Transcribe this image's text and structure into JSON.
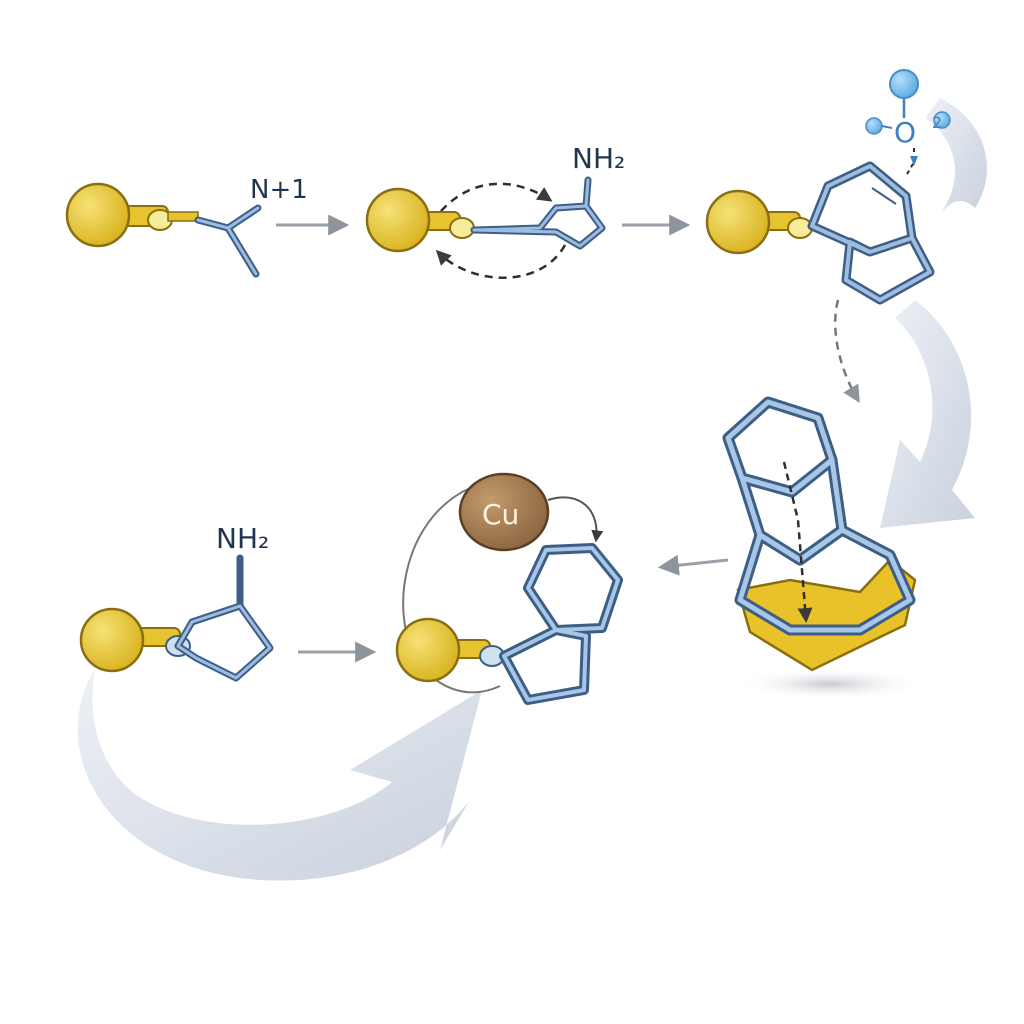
{
  "labels": {
    "step1_group": "N+1",
    "step2_group": "NH₂",
    "oxygen": "O",
    "oxygen_charge": "2",
    "step5_group": "NH₂",
    "metal": "Cu"
  },
  "colors": {
    "sulfur_atom": "#e7c42e",
    "sulfur_outline": "#8a6f12",
    "bond_blue": "#7ea3cc",
    "bond_outline": "#3d5f86",
    "copper": "#a0784f",
    "flow_arrow": "#cfd6e2",
    "step_arrow": "#9aa0a8",
    "oxygen_blue": "#6fb8e6",
    "gold_band": "#e9c229"
  },
  "icons": [
    "sulfur-atom",
    "molecular-bond",
    "ring",
    "reaction-arrow",
    "curved-flow-arrow",
    "copper-atom",
    "oxygen-atom"
  ]
}
